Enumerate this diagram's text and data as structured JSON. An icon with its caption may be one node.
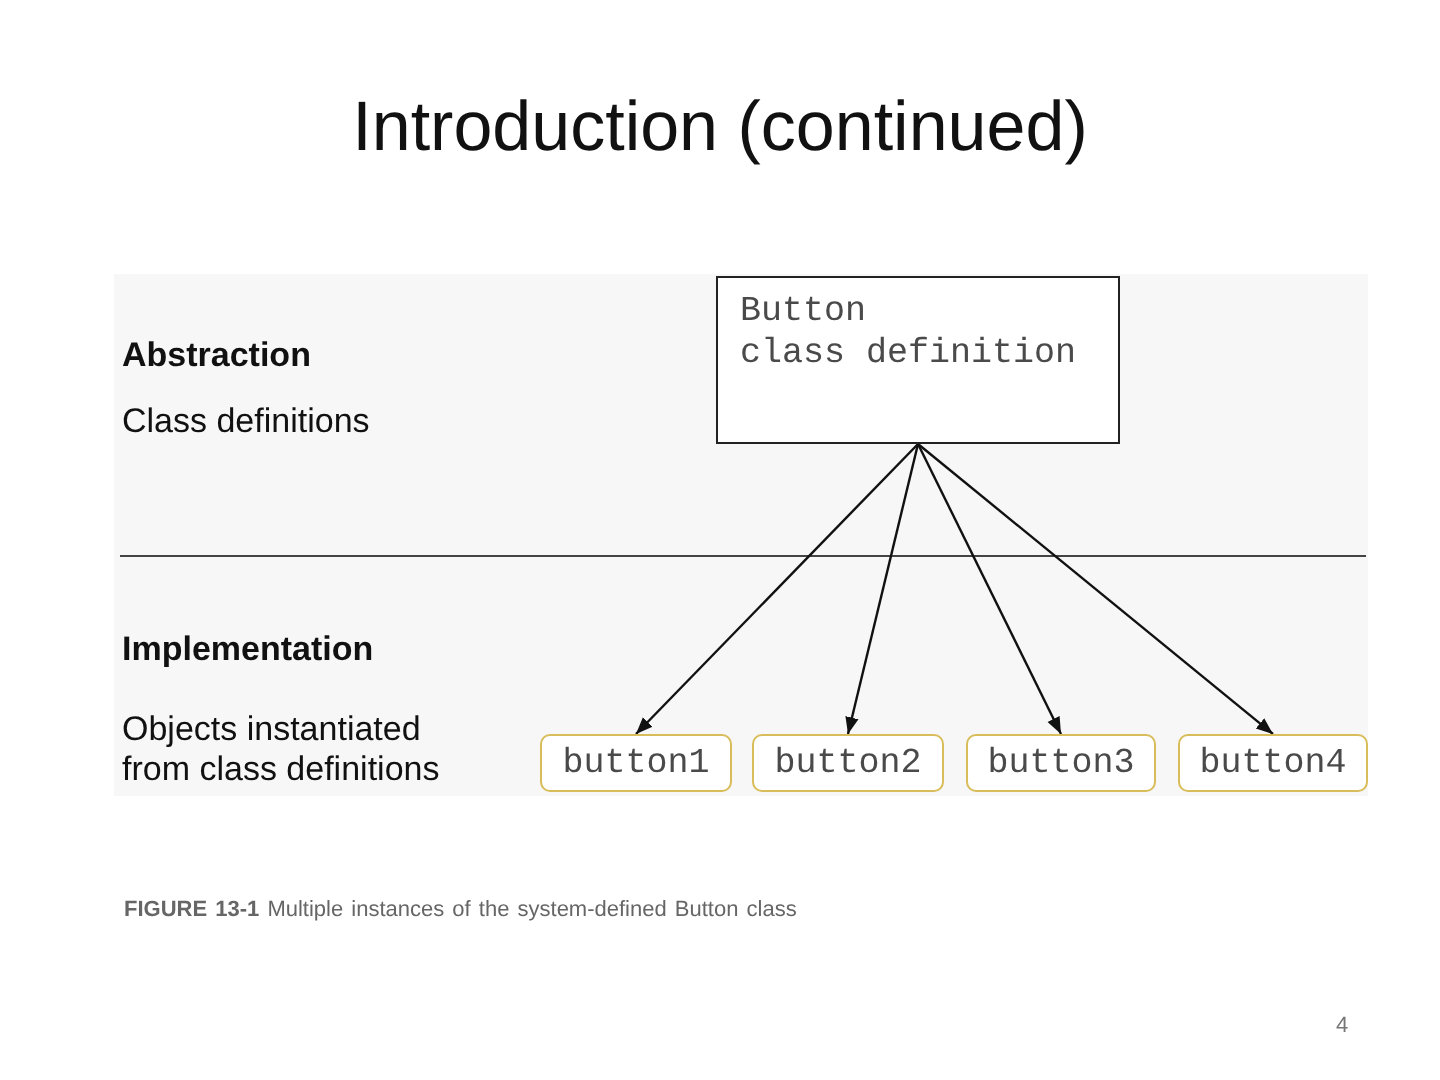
{
  "diagram": {
    "title": "Introduction (continued)",
    "caption": "**FIGURE 13-1** Multiple instances of the system-defined Button class",
    "nodes": [
      {
        "text": [
          "Button",
          "class definition"
        ]
      },
      {
        "text": [
          "button1"
        ]
      },
      {
        "text": [
          "button2"
        ]
      },
      {
        "text": [
          "button3"
        ]
      },
      {
        "text": [
          "button4"
        ]
      }
    ],
    "edges": [
      {
        "from": 0,
        "to": 1,
        "arrow": "to"
      },
      {
        "from": 0,
        "to": 2,
        "arrow": "to"
      },
      {
        "from": 0,
        "to": 3,
        "arrow": "to"
      },
      {
        "from": 0,
        "to": 4,
        "arrow": "to"
      }
    ],
    "labels": [
      "Abstraction",
      "Class definitions",
      "Implementation",
      "Objects instantiated from class definitions",
      "4"
    ]
  }
}
